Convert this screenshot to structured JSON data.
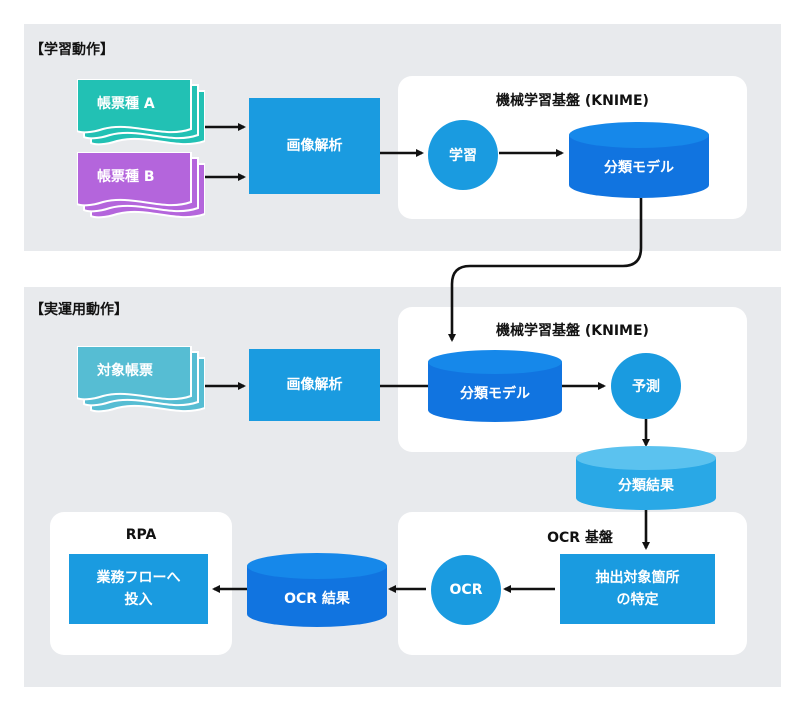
{
  "colors": {
    "box": "#1a9be0",
    "cylinder": "#1174e0",
    "cylinder_top": "#1688ea",
    "light_cylinder": "#29a8e6",
    "light_cylinder_top": "#5bc2ef",
    "section_bg": "#e8eaed",
    "doc_teal": "#22c1b4",
    "doc_purple": "#b465dc",
    "doc_lightblue": "#56bdd3"
  },
  "learning": {
    "title": "【学習動作】",
    "doc_a": "帳票種 A",
    "doc_b": "帳票種 B",
    "analysis": "画像解析",
    "platform_title": "機械学習基盤 (KNIME)",
    "learn": "学習",
    "model": "分類モデル"
  },
  "operation": {
    "title": "【実運用動作】",
    "doc": "対象帳票",
    "analysis": "画像解析",
    "platform_title": "機械学習基盤 (KNIME)",
    "model": "分類モデル",
    "predict": "予測",
    "result": "分類結果",
    "ocr_platform_title": "OCR 基盤",
    "extract_line1": "抽出対象箇所",
    "extract_line2": "の特定",
    "ocr": "OCR",
    "ocr_result": "OCR 結果",
    "rpa_title": "RPA",
    "rpa_line1": "業務フローへ",
    "rpa_line2": "投入"
  }
}
